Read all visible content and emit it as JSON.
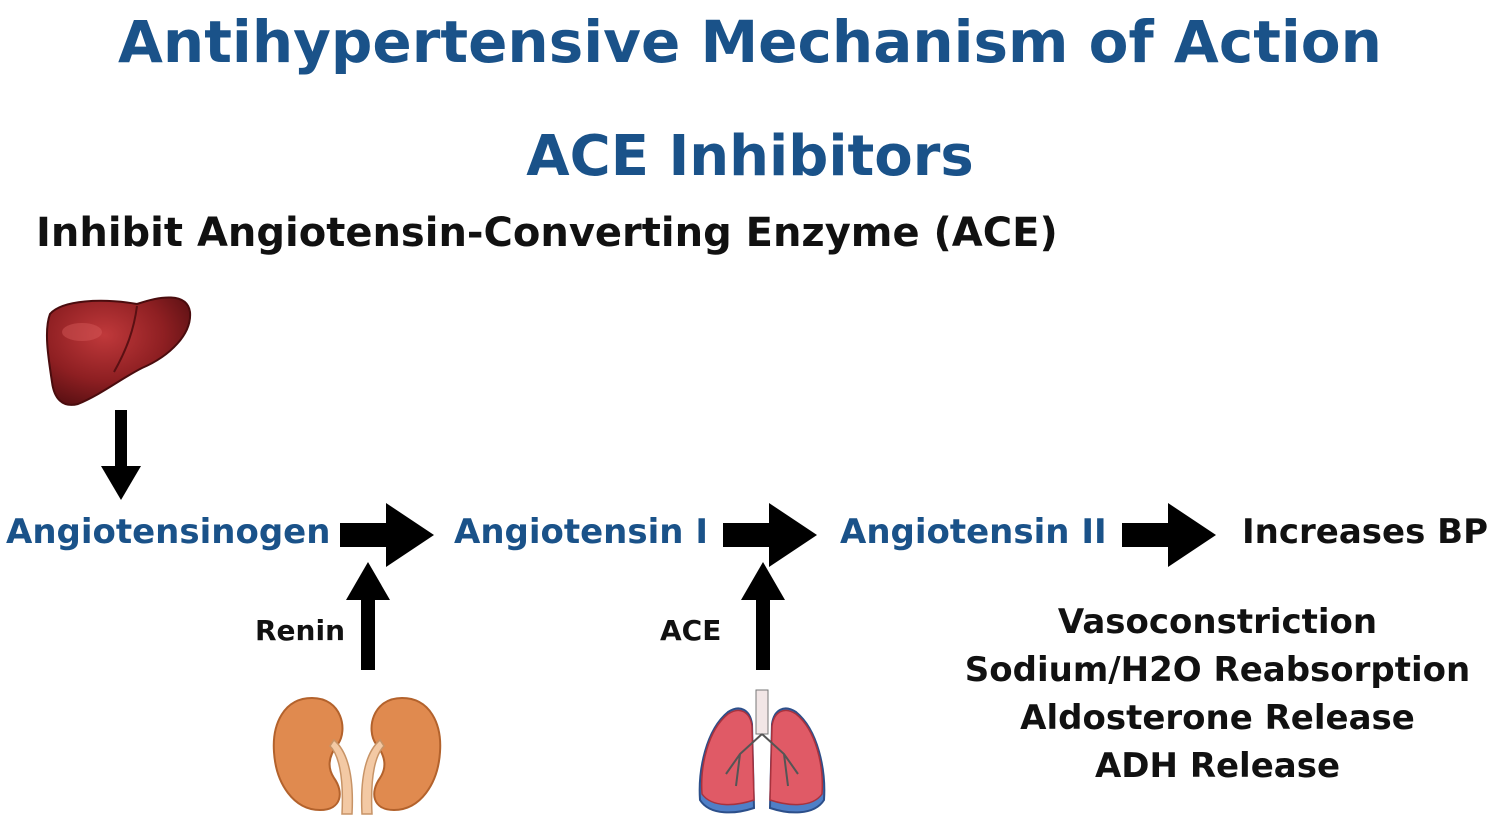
{
  "title": "Antihypertensive Mechanism of Action",
  "subtitle": "ACE Inhibitors",
  "mechanism": "Inhibit Angiotensin-Converting Enzyme (ACE)",
  "pathway": {
    "nodes": [
      {
        "label": "Angiotensinogen"
      },
      {
        "label": "Angiotensin I"
      },
      {
        "label": "Angiotensin II"
      },
      {
        "label": "Increases BP"
      }
    ],
    "enzymes": [
      {
        "label": "Renin",
        "source_icon": "kidneys-icon"
      },
      {
        "label": "ACE",
        "source_icon": "lungs-icon"
      }
    ],
    "origin_icon": "liver-icon"
  },
  "effects": [
    "Vasoconstriction",
    "Sodium/H2O Reabsorption",
    "Aldosterone Release",
    "ADH Release"
  ],
  "colors": {
    "heading_blue": "#1a5289",
    "arrow": "#000000",
    "liver": "#8e1f22",
    "kidney": "#e08a4f",
    "lung": "#e05a66",
    "lung_base": "#4f7fc7"
  }
}
